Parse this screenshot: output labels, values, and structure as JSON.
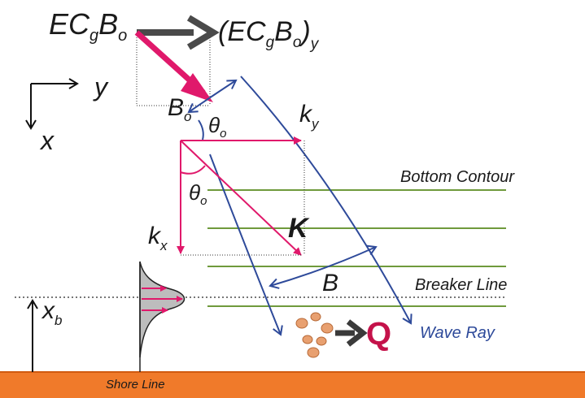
{
  "labels": {
    "flux": "ECgBo",
    "flux_parts": {
      "main1": "EC",
      "sub1": "g",
      "main2": "B",
      "sub2": "o"
    },
    "flux_y": {
      "open": "(EC",
      "sub1": "g",
      "main2": "B",
      "sub2": "o",
      "close": ")",
      "sub3": "y"
    },
    "axis_y": "y",
    "axis_x": "x",
    "B_o": {
      "main": "B",
      "sub": "o"
    },
    "theta_top": {
      "main": "θ",
      "sub": "o"
    },
    "theta_left": {
      "main": "θ",
      "sub": "o"
    },
    "k_y": {
      "main": "k",
      "sub": "y"
    },
    "k_x": {
      "main": "k",
      "sub": "x"
    },
    "K": "K",
    "B": "B",
    "x_b": {
      "main": "x",
      "sub": "b"
    },
    "bottom_contour": "Bottom Contour",
    "breaker_line": "Breaker Line",
    "wave_ray": "Wave Ray",
    "shore_line": "Shore Line",
    "Q": "Q"
  },
  "colors": {
    "magenta": "#e0196b",
    "blue": "#2e4a9a",
    "green": "#6f9a3c",
    "orange": "#f07a2a",
    "gray_arrow": "#4a4a4a",
    "sediment": "#e8a070",
    "dark_red": "#c4124a"
  }
}
